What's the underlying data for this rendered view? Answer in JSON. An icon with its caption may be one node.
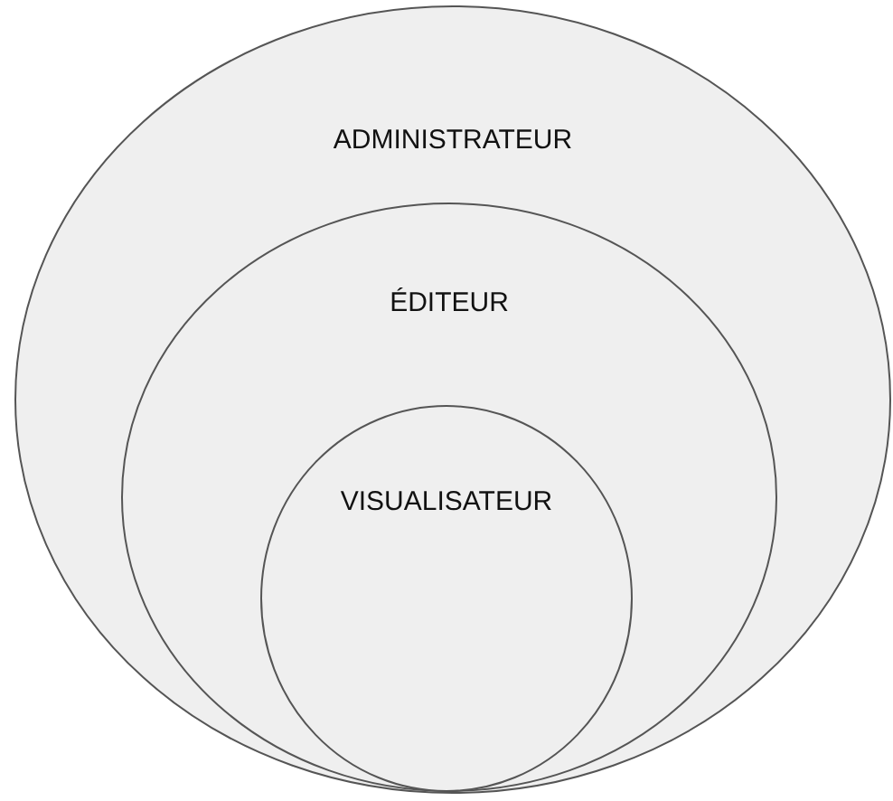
{
  "diagram": {
    "nodes": [
      {
        "text": [
          "ADMINISTRATEUR"
        ]
      },
      {
        "text": [
          "ÉDITEUR"
        ],
        "in": 0
      },
      {
        "text": [
          "VISUALISATEUR"
        ],
        "in": 1
      }
    ]
  }
}
